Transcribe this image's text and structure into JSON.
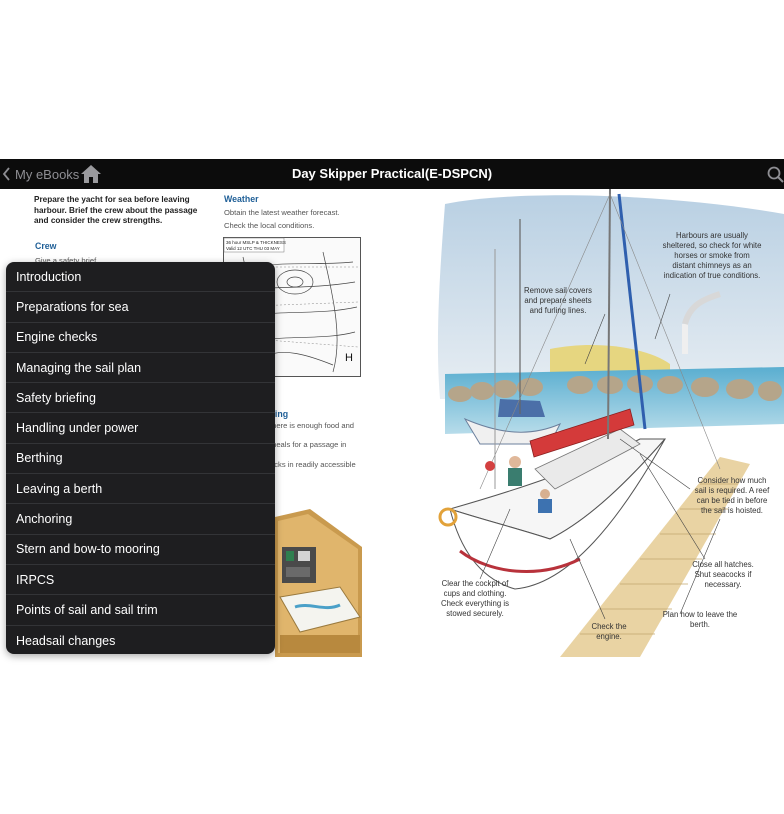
{
  "topbar": {
    "back_label": "My eBooks",
    "title": "Day Skipper Practical(E-DSPCN)"
  },
  "book_page": {
    "intro": "Prepare the yacht for sea before leaving harbour. Brief the crew about the passage and consider the crew strengths.",
    "crew_heading": "Crew",
    "crew_text": "Give a safety brief",
    "weather_heading": "Weather",
    "weather_line1": "Obtain the latest weather forecast.",
    "weather_line2": "Check the local conditions.",
    "chart_header_line1": "36 hour MSLP & THICKNESS",
    "chart_header_line2": "Valid 12 UTC THU 03 MAY",
    "chart_pressure_symbol": "H",
    "victualling_heading": "lling",
    "victualling_line1": "there is enough food and",
    "victualling_line2": "meals for a passage in",
    "victualling_line3": "acks in readily accessible"
  },
  "annotations": {
    "harbour": "Harbours are usually sheltered, so check for white horses or smoke from distant chimneys as an indication of true conditions.",
    "sail_covers": "Remove sail covers and prepare sheets and furling lines.",
    "reef": "Consider how much sail is required. A reef can be tied in before the sail is hoisted.",
    "hatches": "Close all hatches. Shut seacocks if necessary.",
    "cockpit": "Clear the cockpit of cups and clothing. Check everything is stowed securely.",
    "engine": "Check the engine.",
    "leave_berth": "Plan how to leave the berth."
  },
  "toc": {
    "items": [
      "Introduction",
      "Preparations for sea",
      "Engine checks",
      "Managing the sail plan",
      "Safety briefing",
      "Handling under power",
      "Berthing",
      "Leaving a berth",
      "Anchoring",
      "Stern and bow-to mooring",
      "IRPCS",
      "Points of sail and sail trim",
      "Headsail changes"
    ]
  },
  "icons": {
    "back": "chevron-left-icon",
    "home": "home-icon",
    "search": "search-icon"
  },
  "colors": {
    "topbar": "#0c0c0c",
    "menu_bg": "#1e1e20",
    "heading_blue": "#1f5f97"
  }
}
